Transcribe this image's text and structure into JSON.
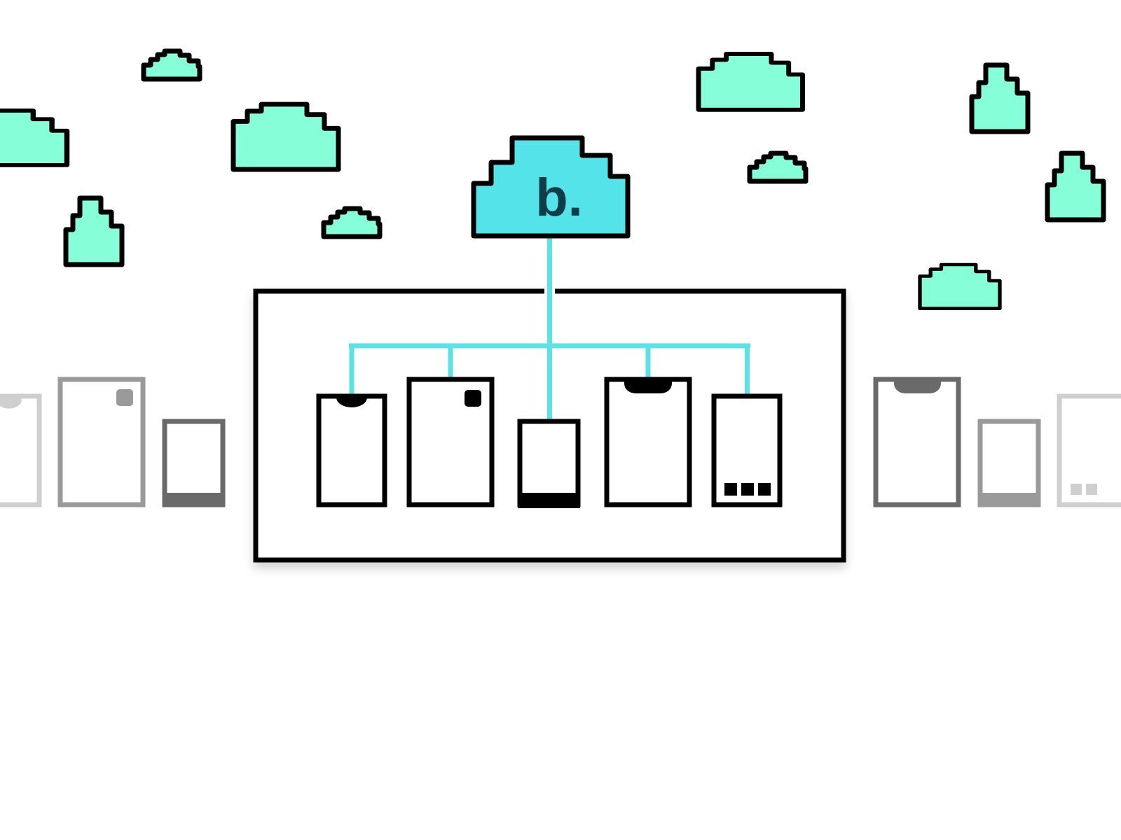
{
  "logo": {
    "text": "b."
  },
  "colors": {
    "background": "#ffffff",
    "cloud_fill": "#86ffd9",
    "main_cloud_fill": "#53e3e8",
    "connector": "#5ce1e6",
    "outline": "#000000",
    "logo_text": "#0e3d4a",
    "device_gray_dark": "#6a6a6a",
    "device_gray_mid": "#9a9a9a",
    "device_gray_light": "#cfcfcf"
  },
  "icons": {
    "main_cloud": "cloud-icon",
    "decor_cloud": "cloud-icon",
    "device": "phone-icon"
  },
  "devices_in_frame": [
    {
      "label": "phone-notch-small",
      "feature": "notch"
    },
    {
      "label": "phone-camera-dot",
      "feature": "camera-dot"
    },
    {
      "label": "phone-small-bottom-bar",
      "feature": "bottom-bar"
    },
    {
      "label": "phone-notch-wide",
      "feature": "notch"
    },
    {
      "label": "phone-button-row",
      "feature": "button-row"
    }
  ]
}
